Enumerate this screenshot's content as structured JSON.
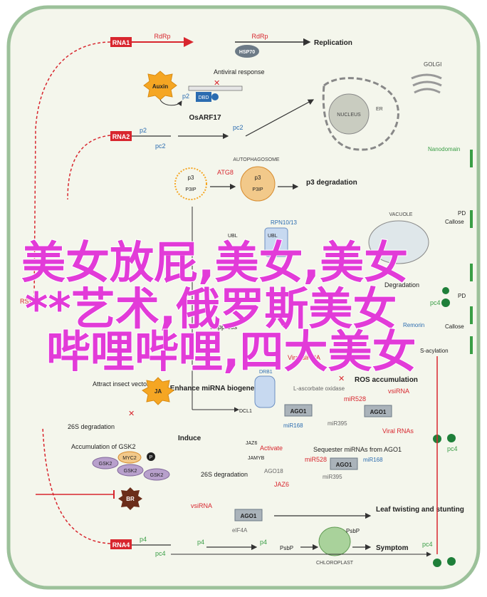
{
  "labels": {
    "rna1": "RNA1",
    "rdrp1": "RdRp",
    "rdrp2": "RdRp",
    "replication": "Replication",
    "hsp70": "HSP70",
    "auxin": "Auxin",
    "antiviral_response": "Antiviral response",
    "p2a": "p2",
    "dbd": "DBD",
    "osarf17": "OsARF17",
    "golgi": "GOLGI",
    "nucleus": "NUCLEUS",
    "er": "ER",
    "rna2": "RNA2",
    "p2b": "p2",
    "pc2a": "pc2",
    "pc2b": "pc2",
    "nanodomain": "Nanodomain",
    "autophagosome": "AUTOPHAGOSOME",
    "atg8": "ATG8",
    "p3a": "p3",
    "p3ip1": "P3IP",
    "p3a2": "p3",
    "p3ip2": "P3IP",
    "p3_degradation": "p3 degradation",
    "vacuole": "VACUOLE",
    "pd": "PD",
    "callose1": "Callose",
    "rpn": "RPN10/13",
    "ubl1": "UBL",
    "ubl2": "UBL",
    "rsv": "RSV",
    "degradation": "Degradation",
    "pc4a": "pc4",
    "remorin": "Remorin",
    "callose2": "Callose",
    "s_acylation": "S-acylation",
    "enhance_mirna": "Enhance miRNA biogenesis",
    "suppress": "Suppress",
    "viral_sirna": "Viral siRNA",
    "drb1": "DRB1",
    "dcl1": "DCL1",
    "l_ascorbate": "L-ascorbate oxidase",
    "mir528": "miR528",
    "ago1a": "AGO1",
    "mir168": "miR168",
    "mir395": "miR395",
    "ros": "ROS accumulation",
    "vsirna1": "vsiRNA",
    "ago1b": "AGO1",
    "viral_rnas": "Viral RNAs",
    "attract": "Attract insect vector?",
    "ja": "JA",
    "deg26s1": "26S degradation",
    "accumulation_gsk2": "Accumulation of GSK2",
    "myc2": "MYC2",
    "p_marker": "P",
    "gsk2a": "GSK2",
    "gsk2b": "GSK2",
    "gsk2c": "GSK2",
    "br": "BR",
    "induce": "Induce",
    "jaz6a": "JAZ6",
    "jamyb": "JAMYB",
    "activate": "Activate",
    "ago18": "AGO18",
    "deg26s2": "26S degradation",
    "jaz6b": "JAZ6",
    "sequester": "Sequester miRNAs from AGO1",
    "mir528b": "miR528",
    "mir168b": "miR168",
    "ago1c": "AGO1",
    "mir395b": "miR395",
    "pc4b": "pc4",
    "vsirna2": "vsiRNA",
    "ago1d": "AGO1",
    "leaf_twisting": "Leaf twisting and stunting",
    "elf4a": "eIF4A",
    "p4a": "p4",
    "psbp1": "PsbP",
    "p4b": "p4",
    "psbp2": "PsbP",
    "symptom": "Symptom",
    "chloroplast": "CHLOROPLAST",
    "rna4": "RNA4",
    "p4c": "p4",
    "pc4c": "pc4",
    "pc4d": "pc4"
  },
  "overlay": {
    "line1": "美女放屁,美女,美女",
    "line2": "**艺术,俄罗斯美女",
    "line3": "哔哩哔哩,四大美女"
  },
  "colors": {
    "panel_bg": "#f4f6ec",
    "panel_border": "#9cc19a",
    "rna_red": "#d8262e",
    "blue": "#2b6cb0",
    "overlay": "#e23bd8"
  }
}
